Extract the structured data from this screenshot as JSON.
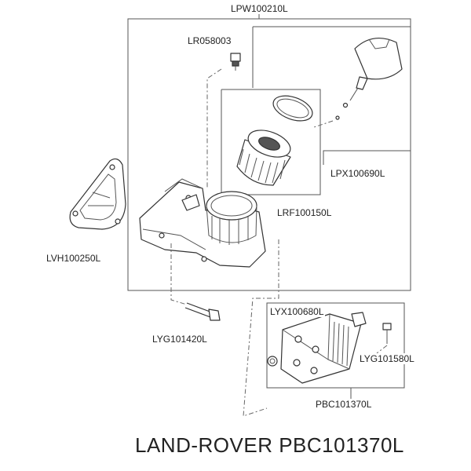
{
  "diagram": {
    "labels": {
      "kit": "LPW100210L",
      "sensor": "LR058003",
      "cap": "LPX100690L",
      "filter": "LRF100150L",
      "gasket": "LVH100250L",
      "bolt": "LYG101420L",
      "seal": "LYX100680L",
      "screw": "LYG101580L",
      "cooler": "PBC101370L"
    },
    "footer": "LAND-ROVER PBC101370L"
  }
}
